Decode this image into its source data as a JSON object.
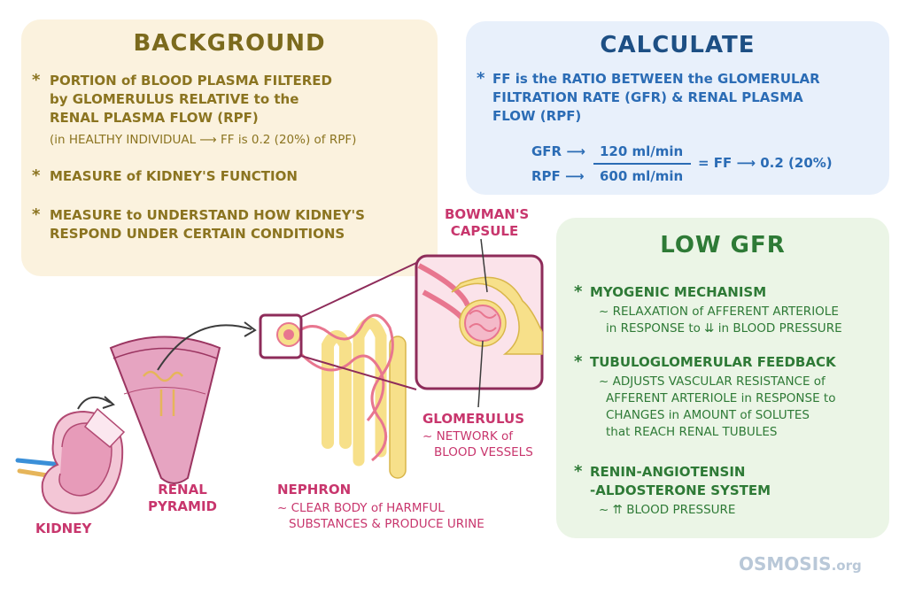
{
  "background": {
    "title": "BACKGROUND",
    "items": [
      {
        "lines": [
          "PORTION of BLOOD PLASMA FILTERED",
          "by GLOMERULUS RELATIVE to the",
          "RENAL PLASMA FLOW (RPF)"
        ],
        "note": "(in HEALTHY INDIVIDUAL ⟶ FF is 0.2 (20%) of RPF)"
      },
      {
        "lines": [
          "MEASURE of KIDNEY'S FUNCTION"
        ]
      },
      {
        "lines": [
          "MEASURE to UNDERSTAND HOW KIDNEY'S",
          "RESPOND UNDER CERTAIN CONDITIONS"
        ]
      }
    ]
  },
  "calculate": {
    "title": "CALCULATE",
    "lines": [
      "FF is the RATIO BETWEEN the GLOMERULAR",
      "FILTRATION RATE (GFR) & RENAL PLASMA",
      "FLOW (RPF)"
    ],
    "formula": {
      "num_label": "GFR ⟶",
      "num_value": "120 ml/min",
      "den_label": "RPF ⟶",
      "den_value": "600 ml/min",
      "result": "= FF ⟶ 0.2 (20%)"
    }
  },
  "low_gfr": {
    "title": "LOW GFR",
    "items": [
      {
        "heading": [
          "MYOGENIC MECHANISM"
        ],
        "detail": [
          "~ RELAXATION of AFFERENT ARTERIOLE",
          "in RESPONSE to ⇊ in BLOOD PRESSURE"
        ]
      },
      {
        "heading": [
          "TUBULOGLOMERULAR FEEDBACK"
        ],
        "detail": [
          "~ ADJUSTS VASCULAR RESISTANCE of",
          "AFFERENT ARTERIOLE in RESPONSE to",
          "CHANGES in AMOUNT of SOLUTES",
          "that REACH RENAL TUBULES"
        ]
      },
      {
        "heading": [
          "RENIN-ANGIOTENSIN",
          "-ALDOSTERONE SYSTEM"
        ],
        "detail": [
          "~ ⇈ BLOOD PRESSURE"
        ]
      }
    ]
  },
  "labels": {
    "bowman": [
      "BOWMAN'S",
      "CAPSULE"
    ],
    "glomerulus": "GLOMERULUS",
    "glomerulus_desc": [
      "~ NETWORK of",
      "BLOOD VESSELS"
    ],
    "nephron": "NEPHRON",
    "nephron_desc": [
      "~ CLEAR BODY of HARMFUL",
      "SUBSTANCES & PRODUCE URINE"
    ],
    "renal_pyramid": [
      "RENAL",
      "PYRAMID"
    ],
    "kidney": "KIDNEY"
  },
  "logo": {
    "brand": "OSMOSIS",
    "suffix": ".org"
  },
  "colors": {
    "background_panel": "#fbf2de",
    "calculate_panel": "#e8f0fb",
    "low_gfr_panel": "#ebf5e6",
    "label_pink": "#c8366d"
  }
}
